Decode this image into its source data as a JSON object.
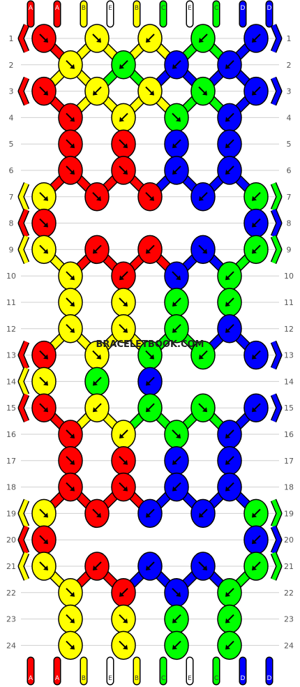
{
  "watermark": "BRACELETBOOK.COM",
  "colors": {
    "A": "#ff0000",
    "B": "#ffff00",
    "C": "#00ff00",
    "D": "#0000ff",
    "E": "#ffffff"
  },
  "strands_top": [
    "A",
    "A",
    "B",
    "E",
    "B",
    "C",
    "E",
    "C",
    "D",
    "D"
  ],
  "strands_bottom": [
    "A",
    "A",
    "B",
    "E",
    "B",
    "C",
    "E",
    "C",
    "D",
    "D"
  ],
  "row_labels": [
    "1",
    "2",
    "3",
    "4",
    "5",
    "6",
    "7",
    "8",
    "9",
    "10",
    "11",
    "12",
    "13",
    "14",
    "15",
    "16",
    "17",
    "18",
    "19",
    "20",
    "21",
    "22",
    "23",
    "24"
  ],
  "knot_icons": {
    "forward": "arrow-down-right-icon",
    "backward": "arrow-down-left-icon"
  },
  "rows": [
    [
      {
        "c": "A",
        "d": "f"
      },
      {
        "c": "B",
        "d": "f"
      },
      {
        "c": "B",
        "d": "b"
      },
      {
        "c": "C",
        "d": "b"
      },
      {
        "c": "D",
        "d": "b"
      }
    ],
    [
      {
        "c": "B",
        "d": "f"
      },
      {
        "c": "C",
        "d": "b"
      },
      {
        "c": "D",
        "d": "b"
      },
      {
        "c": "D",
        "d": "b"
      }
    ],
    [
      {
        "c": "A",
        "d": "f"
      },
      {
        "c": "B",
        "d": "b"
      },
      {
        "c": "B",
        "d": "f"
      },
      {
        "c": "C",
        "d": "f"
      },
      {
        "c": "D",
        "d": "b"
      }
    ],
    [
      {
        "c": "A",
        "d": "f"
      },
      {
        "c": "B",
        "d": "b"
      },
      {
        "c": "C",
        "d": "f"
      },
      {
        "c": "D",
        "d": "b"
      }
    ],
    [
      {
        "c": "A",
        "d": "f"
      },
      {
        "c": "A",
        "d": "f"
      },
      {
        "c": "D",
        "d": "b"
      },
      {
        "c": "D",
        "d": "b"
      }
    ],
    [
      {
        "c": "A",
        "d": "f"
      },
      {
        "c": "A",
        "d": "f"
      },
      {
        "c": "D",
        "d": "b"
      },
      {
        "c": "D",
        "d": "b"
      }
    ],
    [
      {
        "c": "B",
        "d": "f"
      },
      {
        "c": "A",
        "d": "f"
      },
      {
        "c": "A",
        "d": "f"
      },
      {
        "c": "D",
        "d": "b"
      },
      {
        "c": "C",
        "d": "b"
      }
    ],
    [
      {
        "c": "A",
        "d": "f"
      },
      {
        "c": "D",
        "d": "b"
      }
    ],
    [
      {
        "c": "B",
        "d": "f"
      },
      {
        "c": "A",
        "d": "b"
      },
      {
        "c": "A",
        "d": "b"
      },
      {
        "c": "D",
        "d": "f"
      },
      {
        "c": "C",
        "d": "b"
      }
    ],
    [
      {
        "c": "B",
        "d": "f"
      },
      {
        "c": "A",
        "d": "b"
      },
      {
        "c": "D",
        "d": "f"
      },
      {
        "c": "C",
        "d": "b"
      }
    ],
    [
      {
        "c": "B",
        "d": "f"
      },
      {
        "c": "B",
        "d": "f"
      },
      {
        "c": "C",
        "d": "b"
      },
      {
        "c": "C",
        "d": "b"
      }
    ],
    [
      {
        "c": "B",
        "d": "f"
      },
      {
        "c": "B",
        "d": "f"
      },
      {
        "c": "C",
        "d": "b"
      },
      {
        "c": "D",
        "d": "b"
      }
    ],
    [
      {
        "c": "A",
        "d": "f"
      },
      {
        "c": "B",
        "d": "f"
      },
      {
        "c": "C",
        "d": "f"
      },
      {
        "c": "C",
        "d": "b"
      },
      {
        "c": "D",
        "d": "b"
      }
    ],
    [
      {
        "c": "B",
        "d": "f"
      },
      {
        "c": "C",
        "d": "b"
      },
      {
        "c": "D",
        "d": "b"
      }
    ],
    [
      {
        "c": "A",
        "d": "f"
      },
      {
        "c": "B",
        "d": "b"
      },
      {
        "c": "C",
        "d": "b"
      },
      {
        "c": "C",
        "d": "f"
      },
      {
        "c": "D",
        "d": "b"
      }
    ],
    [
      {
        "c": "A",
        "d": "f"
      },
      {
        "c": "B",
        "d": "b"
      },
      {
        "c": "C",
        "d": "f"
      },
      {
        "c": "D",
        "d": "b"
      }
    ],
    [
      {
        "c": "A",
        "d": "f"
      },
      {
        "c": "A",
        "d": "f"
      },
      {
        "c": "D",
        "d": "b"
      },
      {
        "c": "D",
        "d": "b"
      }
    ],
    [
      {
        "c": "A",
        "d": "f"
      },
      {
        "c": "A",
        "d": "f"
      },
      {
        "c": "D",
        "d": "b"
      },
      {
        "c": "D",
        "d": "b"
      }
    ],
    [
      {
        "c": "B",
        "d": "f"
      },
      {
        "c": "A",
        "d": "f"
      },
      {
        "c": "D",
        "d": "b"
      },
      {
        "c": "D",
        "d": "b"
      },
      {
        "c": "C",
        "d": "b"
      }
    ],
    [
      {
        "c": "A",
        "d": "f"
      },
      {
        "c": "D",
        "d": "b"
      }
    ],
    [
      {
        "c": "B",
        "d": "f"
      },
      {
        "c": "A",
        "d": "b"
      },
      {
        "c": "D",
        "d": "b"
      },
      {
        "c": "D",
        "d": "f"
      },
      {
        "c": "C",
        "d": "b"
      }
    ],
    [
      {
        "c": "B",
        "d": "f"
      },
      {
        "c": "A",
        "d": "b"
      },
      {
        "c": "D",
        "d": "f"
      },
      {
        "c": "C",
        "d": "b"
      }
    ],
    [
      {
        "c": "B",
        "d": "f"
      },
      {
        "c": "B",
        "d": "f"
      },
      {
        "c": "C",
        "d": "b"
      },
      {
        "c": "C",
        "d": "b"
      }
    ],
    [
      {
        "c": "B",
        "d": "f"
      },
      {
        "c": "B",
        "d": "f"
      },
      {
        "c": "C",
        "d": "b"
      },
      {
        "c": "C",
        "d": "b"
      }
    ]
  ]
}
